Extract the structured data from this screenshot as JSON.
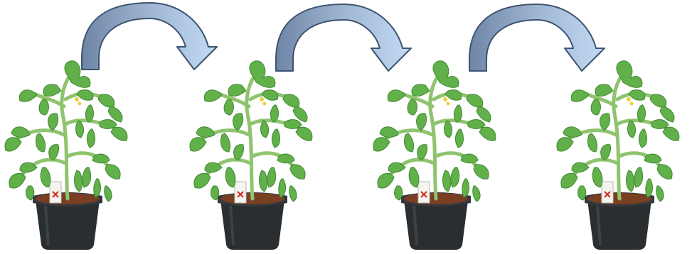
{
  "diagram": {
    "plants": [
      {
        "icon": "tomato-plant-in-pot"
      },
      {
        "icon": "tomato-plant-in-pot"
      },
      {
        "icon": "tomato-plant-in-pot"
      },
      {
        "icon": "tomato-plant-in-pot"
      }
    ],
    "arrows": [
      {
        "icon": "curved-arrow-right",
        "from": 1,
        "to": 2
      },
      {
        "icon": "curved-arrow-right",
        "from": 2,
        "to": 3
      },
      {
        "icon": "curved-arrow-right",
        "from": 3,
        "to": 4
      }
    ],
    "colors": {
      "background": "#ffffff",
      "arrow_dark": "#6f85a6",
      "arrow_light": "#b7d2ee",
      "arrow_outline": "#3e5370",
      "leaf": "#62b04a",
      "leaf_dark": "#3f8a32",
      "stem": "#8fc46e",
      "pot": "#2a2e31",
      "soil": "#7a3f22",
      "label": "#f4f4f0",
      "label_mark": "#d22a1e"
    }
  }
}
